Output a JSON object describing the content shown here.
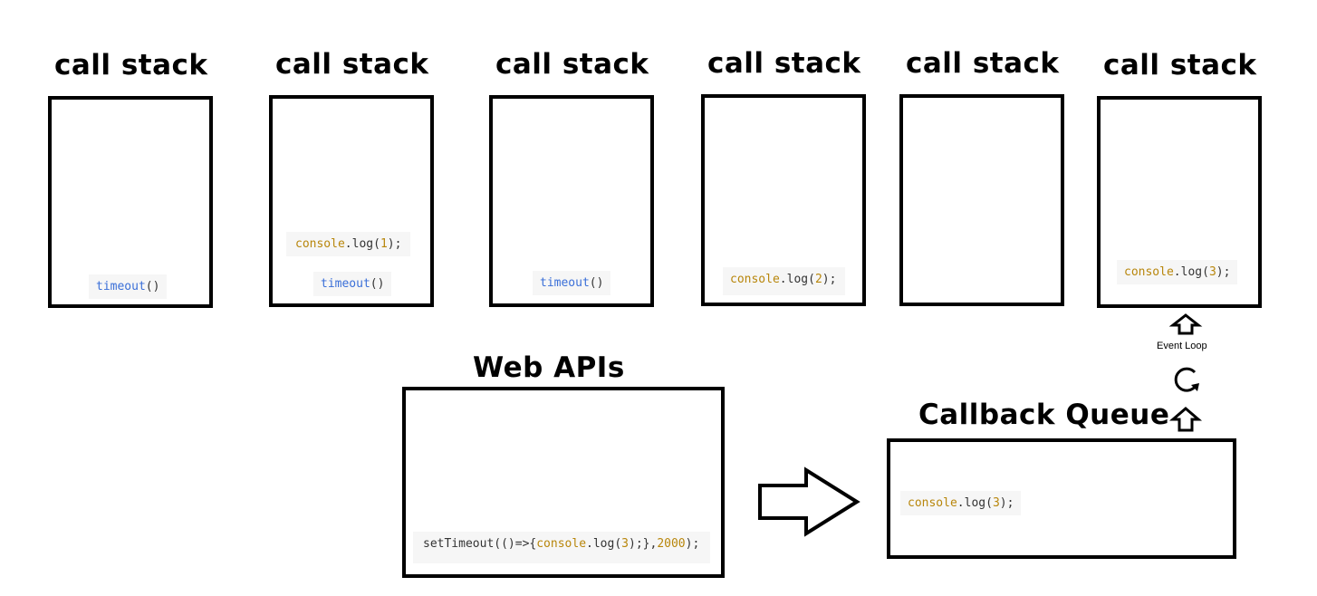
{
  "call_stacks": [
    {
      "title": "call stack",
      "entries": [
        {
          "name": "timeout",
          "tail": "()"
        }
      ]
    },
    {
      "title": "call stack",
      "entries": [
        {
          "fn": "console",
          "mid": ".log(",
          "num": "1",
          "tail": ");"
        },
        {
          "name": "timeout",
          "tail": "()"
        }
      ]
    },
    {
      "title": "call stack",
      "entries": [
        {
          "name": "timeout",
          "tail": "()"
        }
      ]
    },
    {
      "title": "call stack",
      "entries": [
        {
          "fn": "console",
          "mid": ".log(",
          "num": "2",
          "tail": ");"
        }
      ]
    },
    {
      "title": "call stack",
      "entries": []
    },
    {
      "title": "call stack",
      "entries": [
        {
          "fn": "console",
          "mid": ".log(",
          "num": "3",
          "tail": ");"
        }
      ]
    }
  ],
  "web_apis": {
    "title": "Web APIs",
    "code": {
      "pre": "setTimeout(()=>{",
      "fn": "console",
      "mid": ".log(",
      "num": "3",
      "post": ");},",
      "num2": "2000",
      "end": ");"
    }
  },
  "callback_queue": {
    "title": "Callback Queue",
    "code": {
      "fn": "console",
      "mid": ".log(",
      "num": "3",
      "tail": ");"
    }
  },
  "event_loop": {
    "label": "Event Loop"
  }
}
